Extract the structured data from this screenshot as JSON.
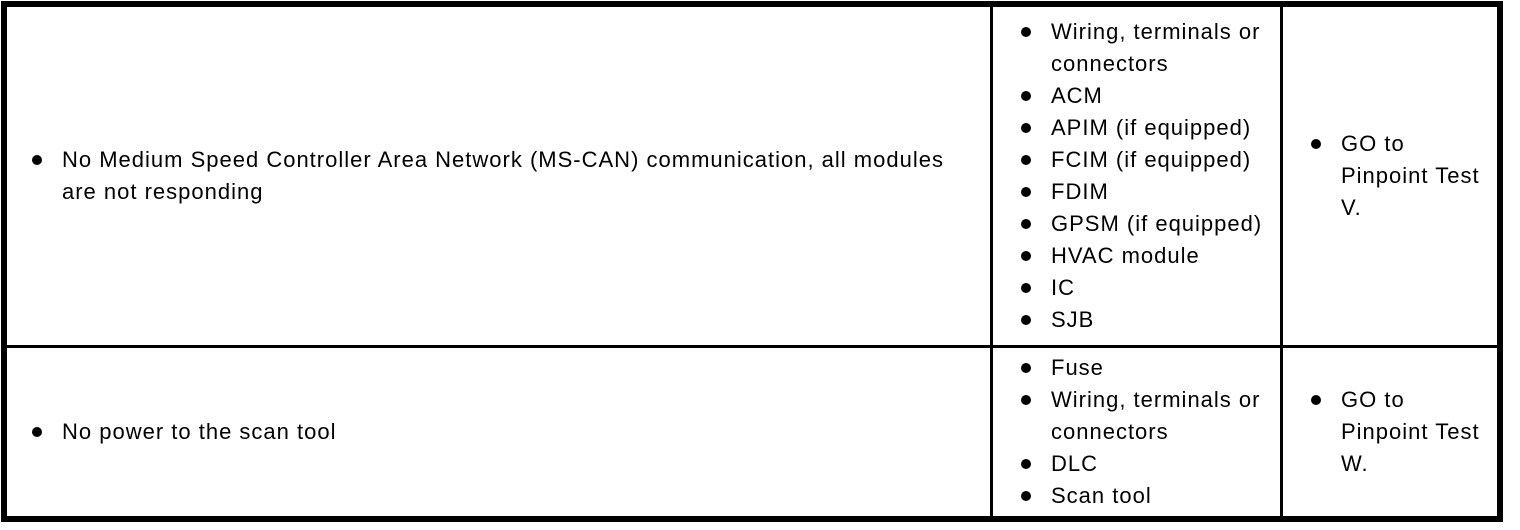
{
  "colors": {
    "border": "#000000",
    "text": "#000000",
    "background": "#ffffff"
  },
  "table": {
    "rows": [
      {
        "symptom": "No Medium Speed Controller Area Network (MS-CAN) communication, all modules are not responding",
        "possible_sources": [
          "Wiring, terminals or connectors",
          "ACM",
          "APIM (if equipped)",
          "FCIM (if equipped)",
          "FDIM",
          "GPSM (if equipped)",
          "HVAC module",
          "IC",
          "SJB"
        ],
        "action": "GO to Pinpoint Test V."
      },
      {
        "symptom": "No power to the scan tool",
        "possible_sources": [
          "Fuse",
          "Wiring, terminals or connectors",
          "DLC",
          "Scan tool"
        ],
        "action": "GO to Pinpoint Test W."
      }
    ]
  }
}
